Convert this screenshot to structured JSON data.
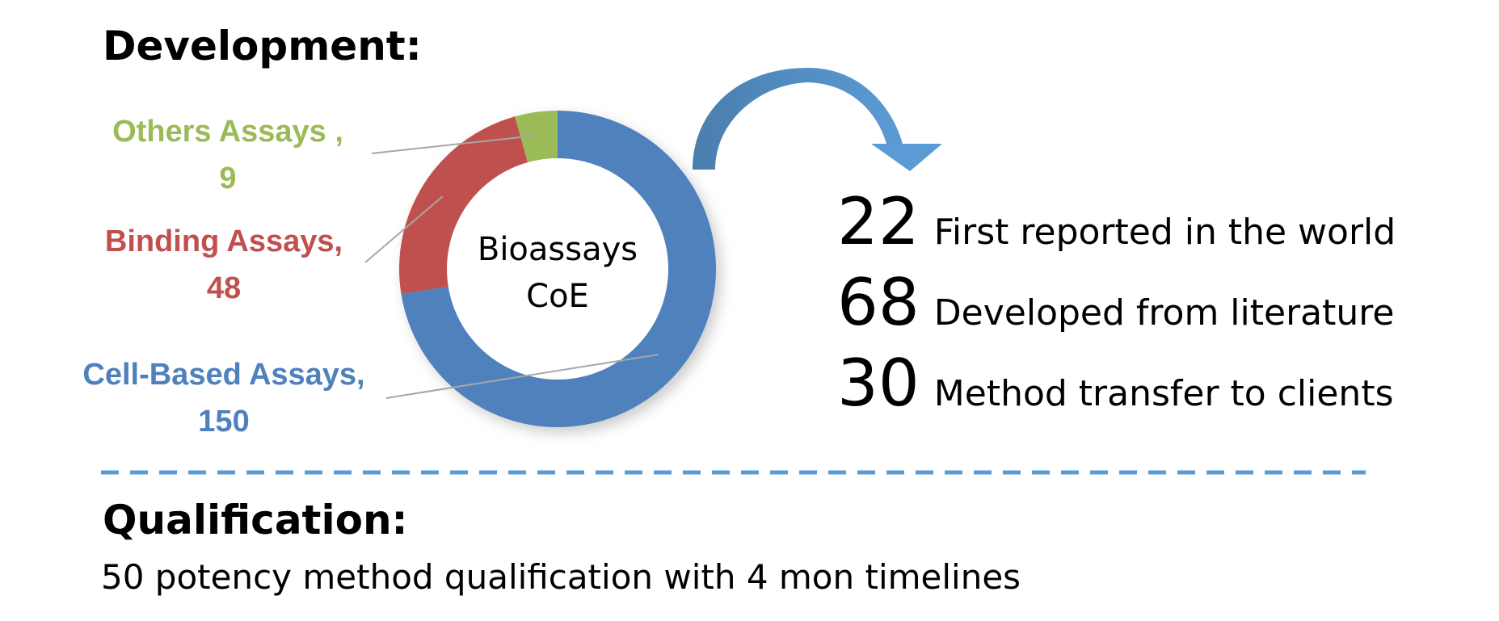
{
  "development": {
    "title": "Development:"
  },
  "chart_data": {
    "type": "pie",
    "variant": "donut",
    "center_label": [
      "Bioassays",
      "CoE"
    ],
    "categories": [
      "Cell-Based Assays",
      "Binding Assays",
      "Others Assays"
    ],
    "values": [
      150,
      48,
      9
    ],
    "labels": [
      {
        "name": "Cell-Based Assays,",
        "value": "150"
      },
      {
        "name": "Binding Assays,",
        "value": "48"
      },
      {
        "name": "Others Assays ,",
        "value": "9"
      }
    ],
    "colors": [
      "#4F81BD",
      "#C0504D",
      "#9BBB59"
    ]
  },
  "stats": [
    {
      "number": "22",
      "text": "First reported in the world"
    },
    {
      "number": "68",
      "text": "Developed  from literature"
    },
    {
      "number": "30",
      "text": "Method transfer to clients"
    }
  ],
  "qualification": {
    "title": "Qualification:",
    "text": "50 potency method qualification with 4 mon timelines"
  },
  "colors": {
    "arrow_dark": "#4A7EAD",
    "arrow_light": "#5B9BD5",
    "divider": "#5B9BD5"
  }
}
